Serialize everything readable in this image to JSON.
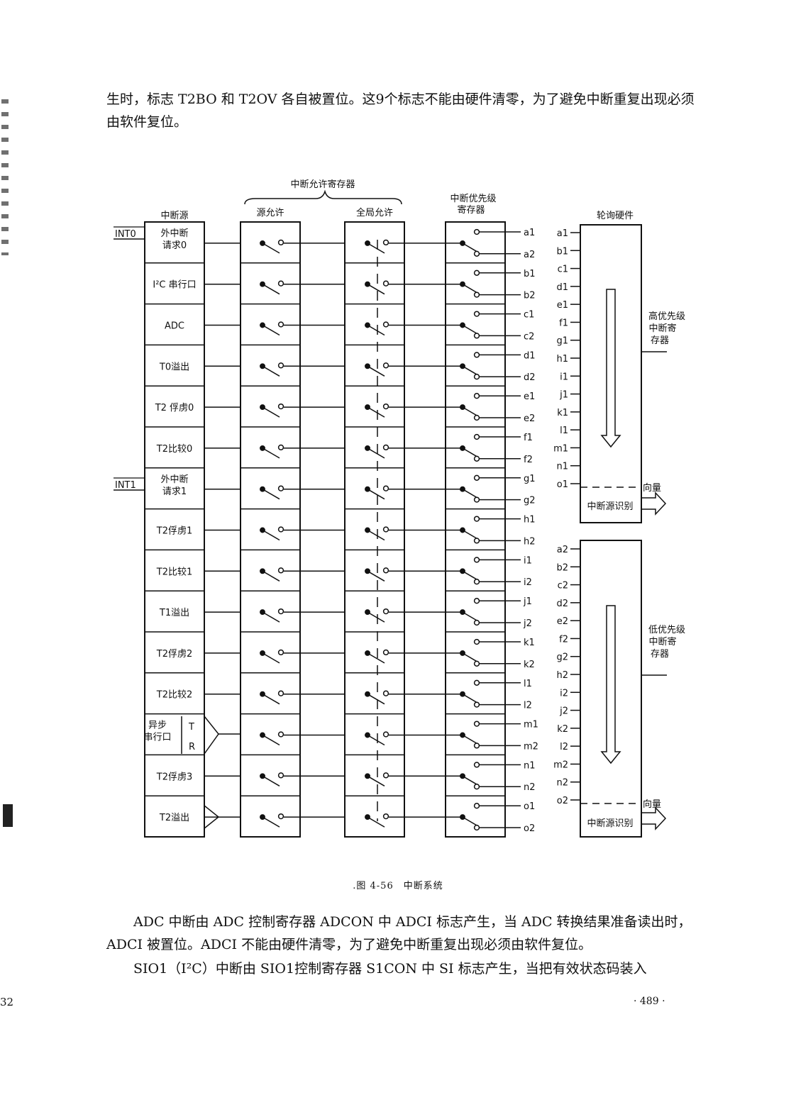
{
  "text": {
    "paragraph_top": "生时，标志 T2BO 和 T2OV 各自被置位。这9个标志不能由硬件清零，为了避免中断重复出现必须由软件复位。",
    "caption": ".图 4-56　中断系统",
    "paragraph_adc": "ADC 中断由 ADC 控制寄存器 ADCON 中 ADCI 标志产生，当 ADC 转换结果准备读出时，ADCI 被置位。ADCI 不能由硬件清零，为了避免中断重复出现必须由软件复位。",
    "paragraph_sio": "SIO1（I²C）中断由 SIO1控制寄存器 S1CON 中 SI 标志产生，当把有效状态码装入",
    "page_number": "· 489 ·",
    "edge_page_fragment": "32"
  },
  "diagram": {
    "enable_register_label": "中断允许寄存器",
    "source_col_header": "中断源",
    "source_enable_header": "源允许",
    "global_enable_header": "全局允许",
    "priority_header_line1": "中断优先级",
    "priority_header_line2": "寄存器",
    "polling_header": "轮询硬件",
    "int0_label": "INT0",
    "int1_label": "INT1",
    "sources": [
      [
        "外中断",
        "请求0"
      ],
      [
        "I²C 串行口"
      ],
      [
        "ADC"
      ],
      [
        "T0溢出"
      ],
      [
        "T2 俘虏0"
      ],
      [
        "T2比较0"
      ],
      [
        "外中断",
        "请求1"
      ],
      [
        "T2俘虏1"
      ],
      [
        "T2比较1"
      ],
      [
        "T1溢出"
      ],
      [
        "T2俘虏2"
      ],
      [
        "T2比较2"
      ],
      [
        "异步",
        "串行口"
      ],
      [
        "T2俘虏3"
      ],
      [
        "T2溢出"
      ]
    ],
    "serial_t": "T",
    "serial_r": "R",
    "level1_labels": [
      "a1",
      "b1",
      "c1",
      "d1",
      "e1",
      "f1",
      "g1",
      "h1",
      "i1",
      "j1",
      "k1",
      "l1",
      "m1",
      "n1",
      "o1"
    ],
    "level2_labels": [
      "a2",
      "b2",
      "c2",
      "d2",
      "e2",
      "f2",
      "g2",
      "h2",
      "i2",
      "j2",
      "k2",
      "l2",
      "m2",
      "n2",
      "o2"
    ],
    "high_priority_line1": "高优先级",
    "high_priority_line2": "中断寄",
    "high_priority_line3": "存器",
    "low_priority_line1": "低优先级",
    "low_priority_line2": "中断寄",
    "low_priority_line3": "存器",
    "vector_label": "向量",
    "source_id_label": "中断源识别"
  }
}
